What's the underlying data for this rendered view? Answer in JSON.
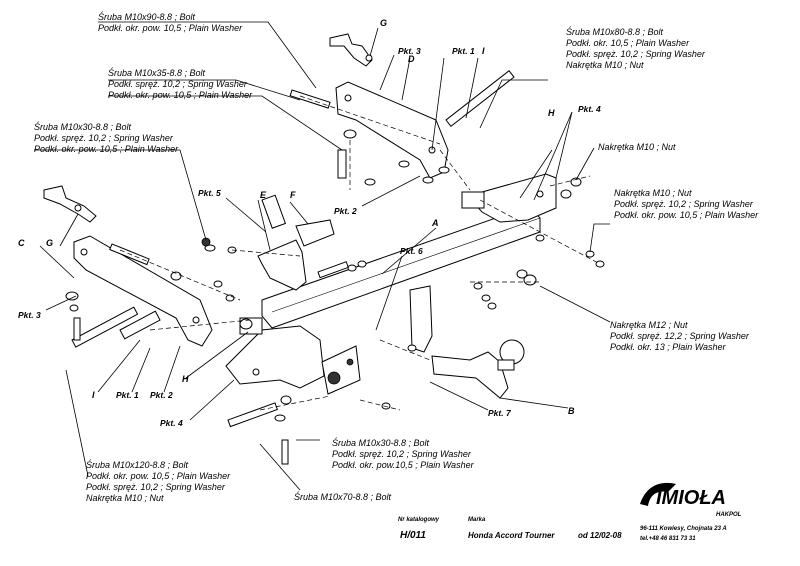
{
  "labels": {
    "a1": {
      "l1": "Śruba M10x90-8.8 ;  Bolt",
      "l2": "Podkł. okr. pow. 10,5 ; Plain Washer"
    },
    "a2": {
      "l1": "Śruba M10x35-8.8 ;  Bolt",
      "l2": "Podkł. spręż. 10,2 ; Spring Washer",
      "l3": "Podkł. okr. pow. 10,5 ; Plain Washer"
    },
    "a3": {
      "l1": "Śruba M10x30-8.8 ;  Bolt",
      "l2": "Podkł. spręż. 10,2 ; Spring Washer",
      "l3": "Podkł. okr. pow. 10,5 ; Plain Washer"
    },
    "a4": {
      "l1": "Śruba M10x80-8.8 ;  Bolt",
      "l2": "Podkł. okr. 10,5 ; Plain Washer",
      "l3": "Podkł. spręż. 10,2 ; Spring Washer",
      "l4": "Nakrętka  M10 ; Nut"
    },
    "a5": {
      "l1": "Nakrętka  M10 ; Nut"
    },
    "a6": {
      "l1": "Nakrętka  M10 ; Nut",
      "l2": "Podkł. spręż. 10,2 ; Spring Washer",
      "l3": "Podkł. okr. pow. 10,5 ; Plain Washer"
    },
    "a7": {
      "l1": "Nakrętka  M12 ; Nut",
      "l2": "Podkł. spręż. 12,2 ; Spring Washer",
      "l3": "Podkł. okr. 13 ; Plain Washer"
    },
    "a8": {
      "l1": "Śruba M10x120-8.8 ;  Bolt",
      "l2": "Podkł. okr. pow. 10,5 ; Plain Washer",
      "l3": "Podkł. spręż. 10,2 ; Spring Washer",
      "l4": "Nakrętka  M10 ; Nut"
    },
    "a9": {
      "l1": "Śruba M10x30-8.8 ;  Bolt",
      "l2": "Podkł. spręż. 10,2 ; Spring Washer",
      "l3": "Podkł. okr. pow.10,5 ; Plain Washer"
    },
    "a10": {
      "l1": "Śruba M10x70-8.8 ;  Bolt"
    }
  },
  "tags": {
    "pkt1a": "Pkt. 1",
    "pkt1b": "Pkt. 1",
    "pkt2a": "Pkt. 2",
    "pkt2b": "Pkt. 2",
    "pkt3a": "Pkt. 3",
    "pkt3b": "Pkt. 3",
    "pkt4a": "Pkt. 4",
    "pkt4b": "Pkt. 4",
    "pkt5": "Pkt. 5",
    "pkt6": "Pkt. 6",
    "pkt7": "Pkt. 7"
  },
  "letters": {
    "a": "A",
    "b": "B",
    "c": "C",
    "d": "D",
    "e": "E",
    "f": "F",
    "g1": "G",
    "g2": "G",
    "h1": "H",
    "h2": "H",
    "i1": "I",
    "i2": "I"
  },
  "title_block": {
    "catalog_label": "Nr katalogowy",
    "make_label": "Marka",
    "catalog_number": "H/011",
    "model": "Honda Accord Tourner",
    "date": "od 12/02-08"
  },
  "logo": {
    "brand": "IMIOŁA",
    "sub": "HAKPOL",
    "address": "96-111 Kowiesy, Chojnata 23 A",
    "phone": "tel.+48 46 831 73 31"
  }
}
